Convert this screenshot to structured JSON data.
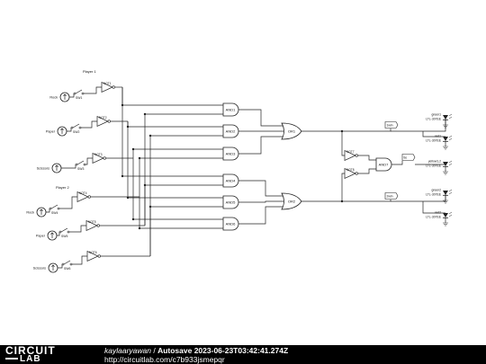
{
  "footer": {
    "logo_top": "CIRCUIT",
    "logo_bottom": "LAB",
    "user": "kaylaaryawan",
    "separator": " / ",
    "document": "Autosave 2023-06-23T03:42:41.274Z",
    "url": "http://circuitlab.com/c7b933jsmepqr"
  },
  "players": [
    {
      "label": "Player 1",
      "inputs": [
        {
          "name": "Rock",
          "switch": "SW1",
          "inverter": "NOT1"
        },
        {
          "name": "Paper",
          "switch": "SW2",
          "inverter": "NOT2"
        },
        {
          "name": "Scissors",
          "switch": "SW3",
          "inverter": "NOT3"
        }
      ]
    },
    {
      "label": "Player 2",
      "inputs": [
        {
          "name": "Rock",
          "switch": "SW4",
          "inverter": "NOT4"
        },
        {
          "name": "Paper",
          "switch": "SW5",
          "inverter": "NOT5"
        },
        {
          "name": "Scissors",
          "switch": "SW6",
          "inverter": "NOT6"
        }
      ]
    }
  ],
  "and_gates": [
    "AND1",
    "AND2",
    "AND3",
    "AND4",
    "AND5",
    "AND6"
  ],
  "or_gates": [
    "OR1",
    "OR2"
  ],
  "inverters_right": [
    "NOT7",
    "NOT8"
  ],
  "and_final": "AND7",
  "net_labels": [
    "1win",
    "tie",
    "2win"
  ],
  "leds": [
    {
      "name": "green1",
      "part": "LTL-307EE"
    },
    {
      "name": "red1",
      "part": "LTL-307EE"
    },
    {
      "name": "yellow1,2",
      "part": "LTL-307EE"
    },
    {
      "name": "green2",
      "part": "LTL-307EE"
    },
    {
      "name": "red2",
      "part": "LTL-307EE"
    }
  ]
}
